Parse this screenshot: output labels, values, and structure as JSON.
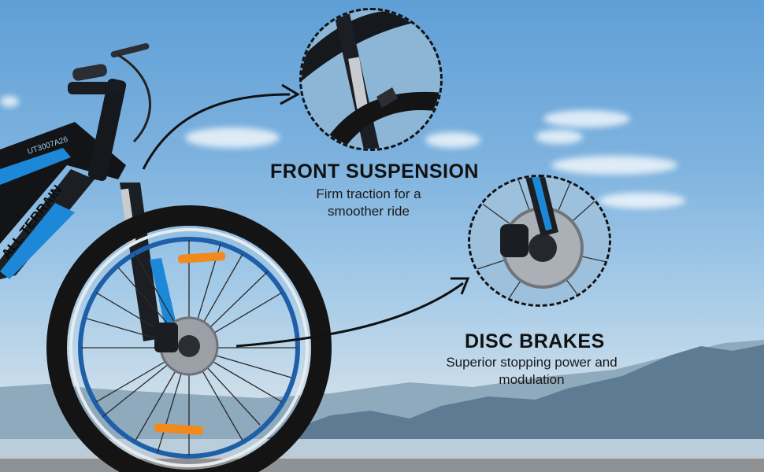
{
  "features": [
    {
      "title": "FRONT SUSPENSION",
      "line1": "Firm traction for a",
      "line2": "smoother ride"
    },
    {
      "title": "DISC BRAKES",
      "line1": "Superior stopping power and",
      "line2": "modulation"
    }
  ],
  "bike": {
    "frame_text": "ALL TERRAIN",
    "top_tube_text": "UT3007A26"
  },
  "colors": {
    "accent": "#1e88d8",
    "frame": "#121417",
    "reflector": "#f08a1c",
    "sky_top": "#5f9fd6"
  }
}
